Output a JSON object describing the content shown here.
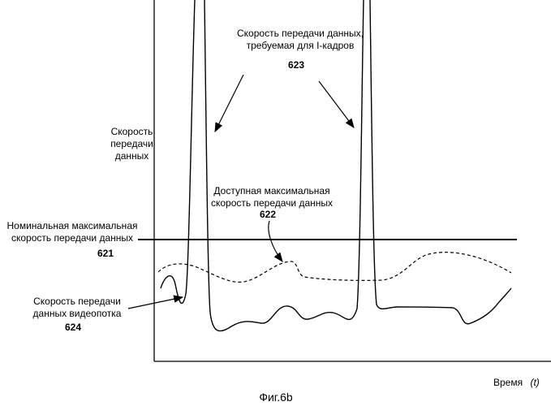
{
  "labels": {
    "i_frames": "Скорость передачи данных,\nтребуемая для I-кадров",
    "i_frames_ref": "623",
    "y_axis": "Скорость\nпередачи\nданных",
    "available": "Доступная максимальная\nскорость передачи данных",
    "available_ref": "622",
    "nominal": "Номинальная максимальная\nскорость передачи данных",
    "nominal_ref": "621",
    "stream": "Скорость передачи\nданных видеопотка",
    "stream_ref": "624",
    "x_axis": "Время",
    "x_axis_symbol": "(t)",
    "caption": "Фиг.6b"
  }
}
